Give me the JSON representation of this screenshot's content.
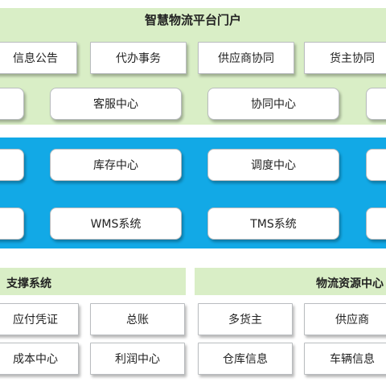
{
  "portal": {
    "title": "智慧物流平台门户",
    "items": [
      "信息公告",
      "代办事务",
      "供应商协同",
      "货主协同"
    ]
  },
  "service_row": {
    "items": [
      "客服中心",
      "协同中心"
    ]
  },
  "center_row": {
    "items": [
      "库存中心",
      "调度中心"
    ]
  },
  "system_row": {
    "items": [
      "WMS系统",
      "TMS系统"
    ]
  },
  "support": {
    "title": "支撑系统",
    "items": [
      "应付凭证",
      "总账",
      "成本中心",
      "利润中心"
    ]
  },
  "resource": {
    "title": "物流资源中心",
    "items": [
      "多货主",
      "供应商",
      "仓库信息",
      "车辆信息"
    ]
  },
  "colors": {
    "green_band": "#d9eec6",
    "blue_band": "#12a9e6",
    "box_border": "#b9bcbf"
  }
}
